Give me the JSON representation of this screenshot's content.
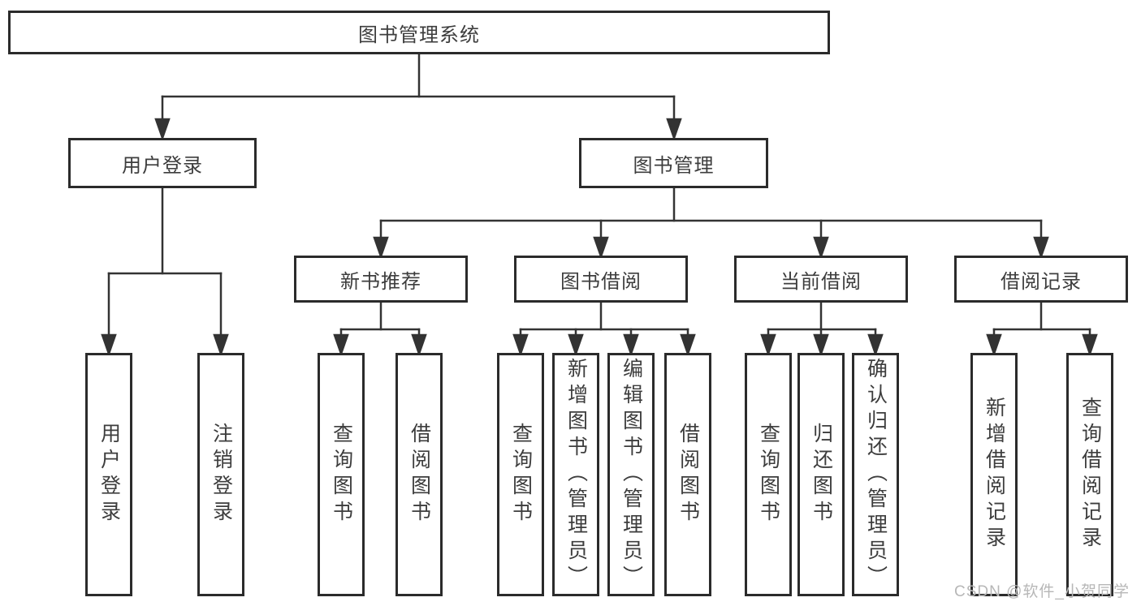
{
  "tree": {
    "root": {
      "label": "图书管理系统"
    },
    "branches": [
      {
        "label": "用户登录",
        "children": [
          {
            "label": "用户登录"
          },
          {
            "label": "注销登录"
          }
        ]
      },
      {
        "label": "图书管理",
        "children": [
          {
            "label": "新书推荐",
            "children": [
              {
                "label": "查询图书"
              },
              {
                "label": "借阅图书"
              }
            ]
          },
          {
            "label": "图书借阅",
            "children": [
              {
                "label": "查询图书"
              },
              {
                "label": "新增图书（管理员）"
              },
              {
                "label": "编辑图书（管理员）"
              },
              {
                "label": "借阅图书"
              }
            ]
          },
          {
            "label": "当前借阅",
            "children": [
              {
                "label": "查询图书"
              },
              {
                "label": "归还图书"
              },
              {
                "label": "确认归还（管理员）"
              }
            ]
          },
          {
            "label": "借阅记录",
            "children": [
              {
                "label": "新增借阅记录"
              },
              {
                "label": "查询借阅记录"
              }
            ]
          }
        ]
      }
    ]
  },
  "style": {
    "line_color": "#333333",
    "border_color": "#2b2b2b",
    "text_color": "#3d3d3d",
    "watermark_color": "#b7b7b7"
  },
  "watermark": {
    "text": "CSDN @软件_小贺同学"
  }
}
